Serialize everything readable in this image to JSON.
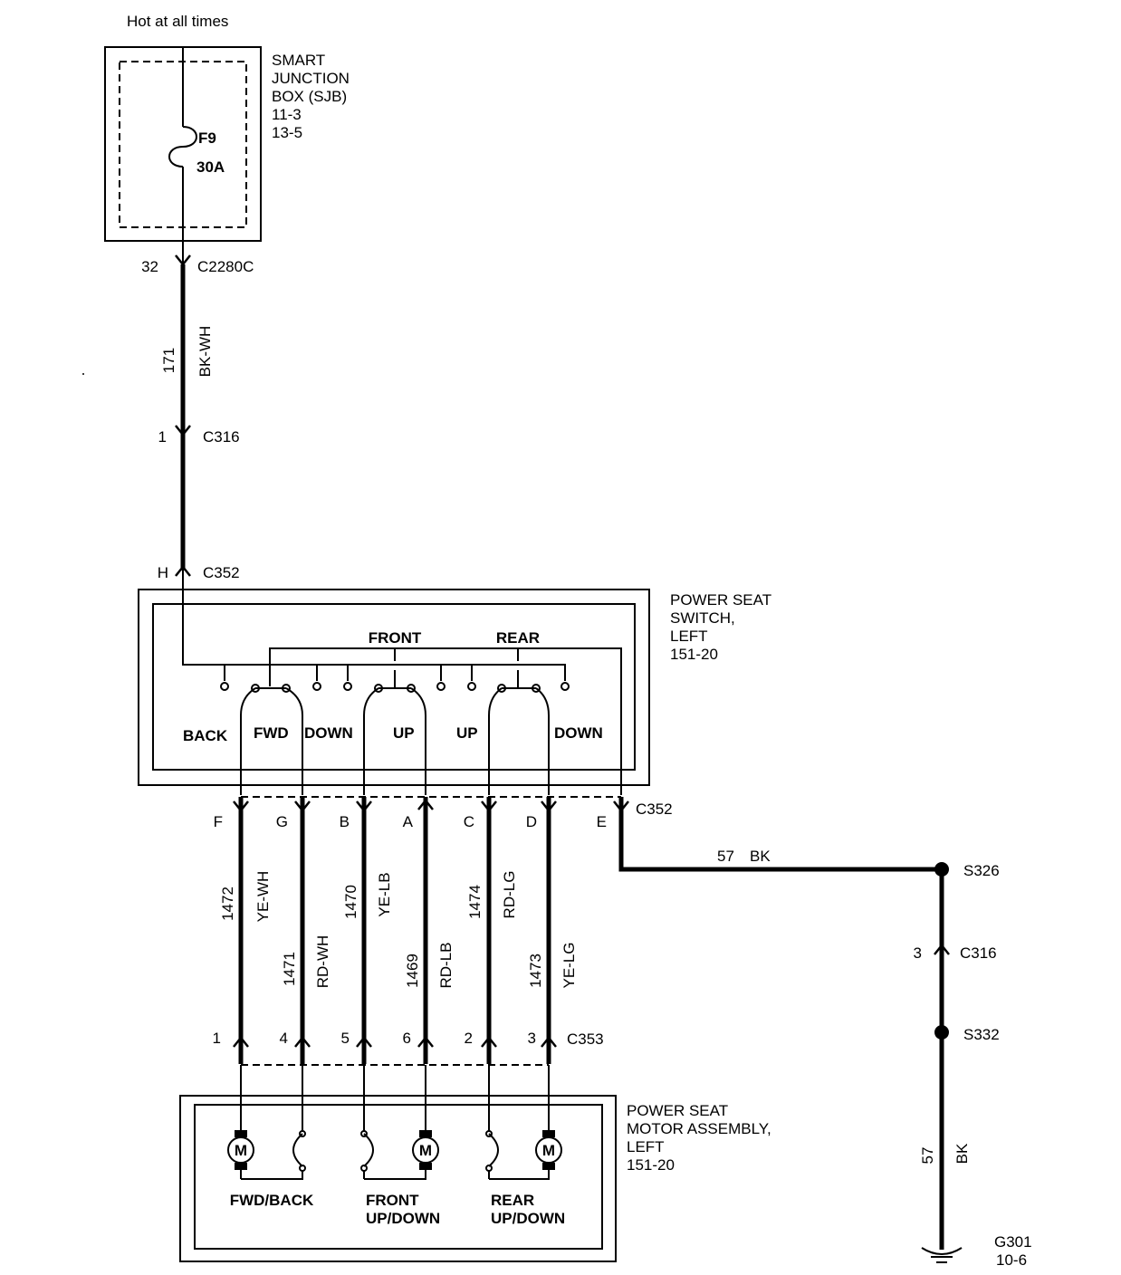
{
  "title": "Hot at all times",
  "sjb": {
    "lines": [
      "SMART",
      "JUNCTION",
      "BOX (SJB)",
      "11-3",
      "13-5"
    ],
    "fuse": "F9",
    "amps": "30A"
  },
  "feed": {
    "pin_sjb": "32",
    "conn_sjb": "C2280C",
    "circuit": "171",
    "color": "BK-WH",
    "pin_c316": "1",
    "conn_c316": "C316",
    "pin_c352": "H",
    "conn_c352": "C352"
  },
  "switch": {
    "lines": [
      "POWER SEAT",
      "SWITCH,",
      "LEFT",
      "151-20"
    ],
    "front": "FRONT",
    "rear": "REAR",
    "positions": [
      "BACK",
      "FWD",
      "DOWN",
      "UP",
      "UP",
      "DOWN"
    ]
  },
  "outputs": [
    {
      "pin": "F",
      "circuit": "1472",
      "color": "YE-WH",
      "motor_pin": "1"
    },
    {
      "pin": "G",
      "circuit": "1471",
      "color": "RD-WH",
      "motor_pin": "4"
    },
    {
      "pin": "B",
      "circuit": "1470",
      "color": "YE-LB",
      "motor_pin": "5"
    },
    {
      "pin": "A",
      "circuit": "1469",
      "color": "RD-LB",
      "motor_pin": "6"
    },
    {
      "pin": "C",
      "circuit": "1474",
      "color": "RD-LG",
      "motor_pin": "2"
    },
    {
      "pin": "D",
      "circuit": "1473",
      "color": "YE-LG",
      "motor_pin": "3"
    }
  ],
  "ground_path": {
    "pin": "E",
    "conn": "C352",
    "circuit": "57",
    "color": "BK",
    "splice1": "S326",
    "pin_c316": "3",
    "conn_c316": "C316",
    "splice2": "S332",
    "circuit2": "57",
    "color2": "BK",
    "ground": "G301",
    "ground_ref": "10-6"
  },
  "motor_conn": "C353",
  "motor_assembly": {
    "lines": [
      "POWER SEAT",
      "MOTOR ASSEMBLY,",
      "LEFT",
      "151-20"
    ],
    "motor_symbol": "M",
    "motors": [
      {
        "line1": "FWD/BACK",
        "line2": ""
      },
      {
        "line1": "FRONT",
        "line2": "UP/DOWN"
      },
      {
        "line1": "REAR",
        "line2": "UP/DOWN"
      }
    ]
  }
}
